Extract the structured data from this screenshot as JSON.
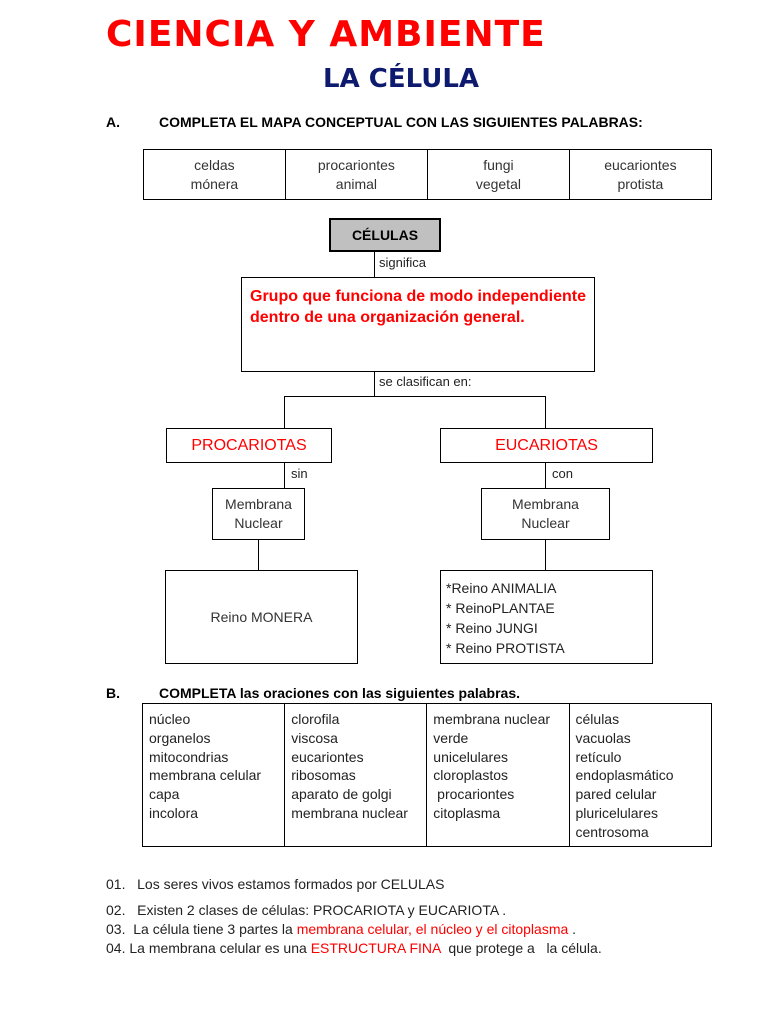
{
  "header": {
    "title": "CIENCIA Y AMBIENTE",
    "subtitle": "LA CÉLULA"
  },
  "section_a": {
    "letter": "A.",
    "instruction": "COMPLETA EL MAPA CONCEPTUAL CON LAS SIGUIENTES PALABRAS:",
    "words": [
      [
        "celdas",
        "mónera"
      ],
      [
        "procariontes",
        "animal"
      ],
      [
        "fungi",
        "vegetal"
      ],
      [
        "eucariontes",
        "protista"
      ]
    ]
  },
  "concept_map": {
    "root": "CÉLULAS",
    "link_significa": "significa",
    "definition": "Grupo que funciona de modo independiente dentro de una organización general.",
    "link_clasifican": "se clasifican en:",
    "left": {
      "title": "PROCARIOTAS",
      "link": "sin",
      "membrane": [
        "Membrana",
        "Nuclear"
      ],
      "kingdom": "Reino MONERA"
    },
    "right": {
      "title": "EUCARIOTAS",
      "link": "con",
      "membrane": [
        "Membrana",
        "Nuclear"
      ],
      "kingdoms": [
        "*Reino ANIMALIA",
        "* ReinoPLANTAE",
        "* Reino JUNGI",
        "* Reino PROTISTA"
      ]
    }
  },
  "section_b": {
    "letter": "B.",
    "instruction_bold": "COMPLETA",
    "instruction_rest": "las oraciones con las siguientes palabras.",
    "columns": [
      [
        "núcleo",
        "organelos",
        "mitocondrias",
        "membrana celular",
        "capa",
        "incolora"
      ],
      [
        "clorofila",
        "viscosa",
        "eucariontes",
        "ribosomas",
        "aparato de golgi",
        "membrana nuclear"
      ],
      [
        "membrana nuclear",
        "verde",
        "unicelulares",
        "cloroplastos",
        " procariontes",
        "citoplasma"
      ],
      [
        "células",
        "vacuolas",
        "retículo",
        "endoplasmático",
        "pared celular",
        "pluricelulares",
        "centrosoma"
      ]
    ]
  },
  "sentences": {
    "s1": "01.   Los seres vivos estamos formados por CELULAS",
    "s2": "02.   Existen 2 clases de células: PROCARIOTA y EUCARIOTA .",
    "s3_pre": "03.  La célula tiene 3 partes la ",
    "s3_red": "membrana celular, el núcleo y el citoplasma",
    "s3_post": " .",
    "s4_pre": "04. La membrana celular es una ",
    "s4_red": "ESTRUCTURA FINA",
    "s4_post": "  que protege a   la célula."
  },
  "colors": {
    "title": "#ff0000",
    "subtitle": "#0d1a6e",
    "answer": "#ff0000",
    "root_box": "#c0c0c0"
  }
}
